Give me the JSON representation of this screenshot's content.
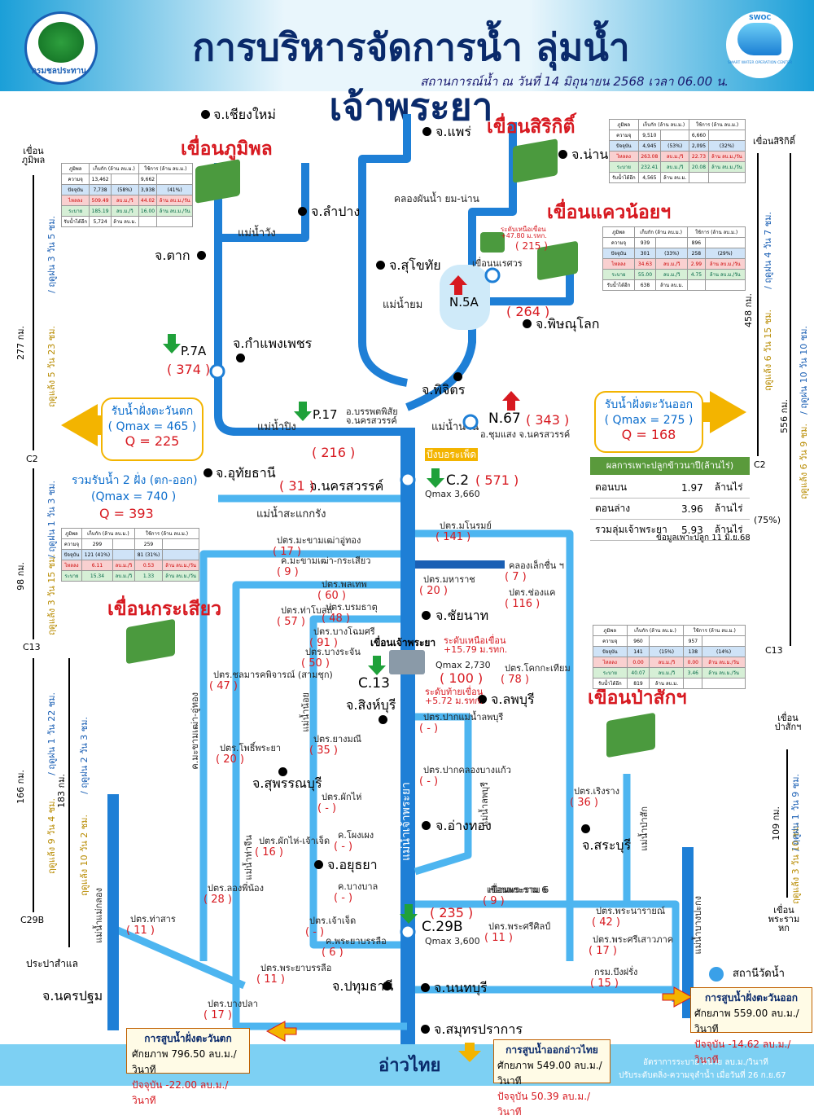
{
  "header": {
    "title": "การบริหารจัดการน้ำ ลุ่มน้ำเจ้าพระยา",
    "subtitle": "สถานการณ์น้ำ ณ วันที่ 14 มิถุนายน 2568 เวลา 06.00 น.",
    "left_logo_text": "กรมชลประทาน",
    "right_logo_text": "SWOC",
    "right_logo_caption": "SMART WATER OPERATION CENTER"
  },
  "colors": {
    "river": "#1e7fd6",
    "river_light": "#4db5f0",
    "dam": "#d71920",
    "flow": "#d71920",
    "arrow": "#f3b400",
    "header": "#1b9fd8"
  },
  "provinces": {
    "chiangmai": "จ.เชียงใหม่",
    "phrae": "จ.แพร่",
    "nan": "จ.น่าน",
    "lampang": "จ.ลำปาง",
    "tak": "จ.ตาก",
    "sukhothai": "จ.สุโขทัย",
    "phitsanulok": "จ.พิษณุโลก",
    "kamphaeng": "จ.กำแพงเพชร",
    "phichit": "จ.พิจิตร",
    "uthai": "จ.อุทัยธานี",
    "nakhonsawan": "จ.นครสวรรค์",
    "chainat": "จ.ชัยนาท",
    "singburi": "จ.สิงห์บุรี",
    "lopburi": "จ.ลพบุรี",
    "suphan": "จ.สุพรรณบุรี",
    "angthong": "จ.อ่างทอง",
    "ayutthaya": "จ.อยุธยา",
    "saraburi": "จ.สระบุรี",
    "pathum": "จ.ปทุมธานี",
    "nonthaburi": "จ.นนทบุรี",
    "nakhonpathom": "จ.นครปฐม",
    "samutprakan": "จ.สมุทรปราการ"
  },
  "dams": {
    "bhumibol": "เขื่อนภูมิพล",
    "sirikit": "เขื่อนสิริกิติ์",
    "khwae": "เขื่อนแควน้อยฯ",
    "krasiao": "เขื่อนกระเสียว",
    "pasak": "เขื่อนป่าสักฯ",
    "chaophraya": "เขื่อนเจ้าพระยา",
    "naresuan": "เขื่อนนเรศวร",
    "pramraam": "เขื่อนพระราม 6"
  },
  "rivers": {
    "wang": "แม่น้ำวัง",
    "ping": "แม่น้ำปิง",
    "nan_r": "แม่น้ำน่าน",
    "yom": "แม่น้ำยม",
    "sakaekrang": "แม่น้ำสะแกกรัง",
    "chaophraya_r": "แม่น้ำเจ้าพระยา",
    "tachin": "แม่น้ำท่าจีน",
    "maeklong": "แม่น้ำแม่กลอง",
    "pasak_r": "แม่น้ำป่าสัก",
    "noi": "แม่น้ำน้อย",
    "lopburi_r": "แม่น้ำลพบุรี",
    "bangpakong": "แม่น้ำบางปะกง",
    "yomnan_canal": "คลองผันน้ำ ยม-น่าน",
    "thaichin_canal": "ค.มะขามเฒ่า-อู่ทอง"
  },
  "stations": {
    "p7a": {
      "code": "P.7A",
      "flow": "( 374 )"
    },
    "p17": {
      "code": "P.17",
      "flow": "( 216 )",
      "loc": "อ.บรรพตพิสัย จ.นครสวรรค์"
    },
    "n67": {
      "code": "N.67",
      "flow": "( 343 )",
      "loc": "อ.ชุมแสง จ.นครสวรรค์"
    },
    "n5a": {
      "code": "N.5A",
      "flow": "( 264 )"
    },
    "c2": {
      "code": "C.2",
      "flow": "( 571 )",
      "qmax": "Qmax 3,660"
    },
    "c13": {
      "code": "C.13",
      "flow": "( 100 )",
      "qmax": "Qmax 2,730"
    },
    "c29b": {
      "code": "C.29B",
      "flow": "( 235 )",
      "qmax": "Qmax 3,600"
    },
    "naresuan_flow": "( 215 )",
    "naresuan_level": "ระดับเหนือเขื่อน +47.80 ม.รทก.",
    "cp_up": "ระดับเหนือเขื่อน +15.79 ม.รทก.",
    "cp_down": "ระดับท้ายเขื่อน +5.72 ม.รทก.",
    "sakaekrang_flow": "( 31 )",
    "bueng": "บึงบอระเพ็ด"
  },
  "regulators": [
    {
      "name": "ปตร.มะขามเฒ่าอู่ทอง",
      "flow": "( 17 )"
    },
    {
      "name": "ค.มะขามเฒ่า-กระเสียว",
      "flow": "( 9 )"
    },
    {
      "name": "ปตร.พลเทพ",
      "flow": "( 60 )"
    },
    {
      "name": "ปตร.ท่าโบสถ์",
      "flow": "( 57 )"
    },
    {
      "name": "ปตร.บรมธาตุ",
      "flow": "( 48 )"
    },
    {
      "name": "ปตร.มโนรมย์",
      "flow": "( 141 )"
    },
    {
      "name": "คลองเล็กชื่น ฯ",
      "flow": "( 7 )"
    },
    {
      "name": "ปตร.มหาราช",
      "flow": "( 20 )"
    },
    {
      "name": "ปตร.ช่องแค",
      "flow": "( 116 )"
    },
    {
      "name": "ปตร.โคกกะเทียม",
      "flow": "( 78 )"
    },
    {
      "name": "ปตร.บางระจัน",
      "flow": "( 50 )"
    },
    {
      "name": "ปตร.ยางมณี",
      "flow": "( 35 )"
    },
    {
      "name": "ปตร.โพธิ์พระยา",
      "flow": "( 20 )"
    },
    {
      "name": "ปตร.ผักไห่",
      "flow": "( - )"
    },
    {
      "name": "ปตร.ผักไห่-เจ้าเจ็ด",
      "flow": "( 16 )"
    },
    {
      "name": "ค.โผงเผง",
      "flow": "( - )"
    },
    {
      "name": "ค.บางบาล",
      "flow": "( - )"
    },
    {
      "name": "ปตร.เจ้าเจ็ด",
      "flow": "( - )"
    },
    {
      "name": "ปตร.ลองพี่น้อง",
      "flow": "( 28 )"
    },
    {
      "name": "ปตร.ท่าสาร",
      "flow": "( 11 )"
    },
    {
      "name": "ค.พระยาบรรลือ",
      "flow": "( 6 )"
    },
    {
      "name": "ปตร.พระยาบรรลือ",
      "flow": "( 11 )"
    },
    {
      "name": "ปตร.บางปลา",
      "flow": "( 17 )"
    },
    {
      "name": "เขื่อนพระราม 6",
      "flow": "( 9 )"
    },
    {
      "name": "ปตร.พระนารายณ์",
      "flow": "( 42 )"
    },
    {
      "name": "ปตร.พระศรีศิลป์",
      "flow": "( 11 )"
    },
    {
      "name": "ปตร.พระศรีเสาวภาค",
      "flow": "( 17 )"
    },
    {
      "name": "ปตร.เริงราง",
      "flow": "( 36 )"
    },
    {
      "name": "ปตร.ปากแม่น้ำลพบุรี",
      "flow": "( - )"
    },
    {
      "name": "ปตร.ปากคลองบางแก้ว",
      "flow": "( - )"
    },
    {
      "name": "ปตร.ชลมารคพิจารณ์ (สามชุก)",
      "flow": "( 47 )"
    },
    {
      "name": "ปตร.บางโฉมศรี",
      "flow": "( 91 )"
    },
    {
      "name": "กรม.บึงฝรั่ง",
      "flow": "( 15 )"
    }
  ],
  "boxes": {
    "west": {
      "title": "รับน้ำฝั่งตะวันตก",
      "qmax": "( Qmax = 465 )",
      "q": "Q = 225"
    },
    "east": {
      "title": "รับน้ำฝั่งตะวันออก",
      "qmax": "( Qmax = 275 )",
      "q": "Q = 168"
    },
    "both": {
      "title": "รวมรับน้ำ 2 ฝั่ง (ตก-ออก)",
      "qmax": "(Qmax = 740 )",
      "q": "Q = 393"
    }
  },
  "crop": {
    "title": "ผลการเพาะปลูกข้าวนาปี(ล้านไร่)",
    "rows": [
      [
        "ตอนบน",
        "1.97",
        "ล้านไร่"
      ],
      [
        "ตอนล่าง",
        "3.96",
        "ล้านไร่"
      ],
      [
        "รวมลุ่มเจ้าพระยา",
        "5.93",
        "ล้านไร่"
      ]
    ],
    "pct": "(75%)",
    "note": "ข้อมูลเพาะปลูก 11 มิ.ย.68"
  },
  "panels": {
    "west": {
      "title": "การสูบน้ำฝั่งตะวันตก",
      "cap_label": "ศักยภาพ",
      "cap": "796.50",
      "cur_label": "ปัจจุบัน",
      "cur": "-22.00",
      "unit": "ลบ.ม./วินาที"
    },
    "gulf": {
      "title": "การสูบน้ำออกอ่าวไทย",
      "cap_label": "ศักยภาพ",
      "cap": "549.00",
      "cur_label": "ปัจจุบัน",
      "cur": "50.39",
      "unit": "ลบ.ม./วินาที"
    },
    "east": {
      "title": "การสูบน้ำฝั่งตะวันออก",
      "cap_label": "ศักยภาพ",
      "cap": "559.00",
      "cur_label": "ปัจจุบัน",
      "cur": "-14.62",
      "unit": "ลบ.ม./วินาที"
    }
  },
  "gulf": "อ่าวไทย",
  "legend": "สถานีวัดน้ำ",
  "footnote": [
    "อัตราการระบาย หน่วย ลบ.ม./วินาที",
    "ปรับระดับตลิ่ง-ความจุลำน้ำ เมื่อวันที่ 26 ก.ย.67"
  ],
  "side_left": {
    "top": "เขื่อน ภูมิพล",
    "km1": "277 กม.",
    "t1a": "ฤดูแล้ง 5 วัน 23 ชม.",
    "t1b": "/ ฤดูฝน 3 วัน 5 ชม.",
    "c2": "C2",
    "km2": "98 กม.",
    "t2a": "ฤดูแล้ง 3 วัน 15 ชม.",
    "t2b": "/ ฤดูฝน 1 วัน 3 ชม.",
    "c13": "C13",
    "km3": "166 กม.",
    "km4": "183 กม.",
    "t3a": "ฤดูแล้ง 9 วัน 4 ชม.",
    "t3b": "/ ฤดูฝน 1 วัน 22 ชม.",
    "t4a": "ฤดูแล้ง 10 วัน 2 ชม.",
    "t4b": "/ ฤดูฝน 2 วัน 3 ชม.",
    "c29b": "C29B",
    "bottom": "ประปาสำแล"
  },
  "side_right": {
    "top": "เขื่อนสิริกิติ์",
    "km1": "458 กม.",
    "km2": "556 กม.",
    "t1a": "ฤดูแล้ง 6 วัน 15 ชม.",
    "t1b": "/ ฤดูฝน 4 วัน 7 ชม.",
    "t2a": "ฤดูแล้ง 6 วัน 9 ชม.",
    "t2b": "/ ฤดูฝน 10 วัน 10 ชม.",
    "c2": "C2",
    "c13": "C13",
    "pasak_top": "เขื่อน ป่าสักฯ",
    "km3": "109 กม.",
    "t3a": "ฤดูแล้ง 3 วัน 10 ชม.",
    "t3b": "/ ฤดูฝน 1 วัน 9 ชม.",
    "pasak_bottom": "เขื่อน พระรามหก"
  },
  "dam_tables": {
    "header": [
      "ภูมิพล",
      "เก็บกัก (ล้าน ลบ.ม.)",
      "ใช้การ (ล้าน ลบ.ม.)"
    ],
    "bhumibol": [
      [
        "ความจุ",
        "13,462",
        "",
        "9,662",
        ""
      ],
      [
        "ปัจจุบัน",
        "7,738",
        "(58%)",
        "3,938",
        "(41%)"
      ],
      [
        "ไหลลง",
        "509.49",
        "ลบ.ม./วิ",
        "44.02",
        "ล้าน ลบ.ม./วัน"
      ],
      [
        "ระบาย",
        "185.19",
        "ลบ.ม./วิ",
        "16.00",
        "ล้าน ลบ.ม./วัน"
      ],
      [
        "รับน้ำได้อีก",
        "5,724",
        "ล้าน ลบ.ม.",
        "",
        ""
      ]
    ],
    "sirikit": [
      [
        "ความจุ",
        "9,510",
        "",
        "6,660",
        ""
      ],
      [
        "ปัจจุบัน",
        "4,945",
        "(53%)",
        "2,095",
        "(32%)"
      ],
      [
        "ไหลลง",
        "263.08",
        "ลบ.ม./วิ",
        "22.73",
        "ล้าน ลบ.ม./วัน"
      ],
      [
        "ระบาย",
        "232.41",
        "ลบ.ม./วิ",
        "20.08",
        "ล้าน ลบ.ม./วัน"
      ],
      [
        "รับน้ำได้อีก",
        "4,565",
        "ล้าน ลบ.ม.",
        "",
        ""
      ]
    ],
    "khwae": [
      [
        "ความจุ",
        "939",
        "",
        "896",
        ""
      ],
      [
        "ปัจจุบัน",
        "301",
        "(33%)",
        "258",
        "(29%)"
      ],
      [
        "ไหลลง",
        "34.63",
        "ลบ.ม./วิ",
        "2.99",
        "ล้าน ลบ.ม./วัน"
      ],
      [
        "ระบาย",
        "55.00",
        "ลบ.ม./วิ",
        "4.75",
        "ล้าน ลบ.ม./วัน"
      ],
      [
        "รับน้ำได้อีก",
        "638",
        "ล้าน ลบ.ม.",
        "",
        ""
      ]
    ],
    "krasiao": [
      [
        "ความจุ",
        "299",
        "",
        "259",
        ""
      ],
      [
        "ปัจจุบัน",
        "121 (41%)",
        "",
        "81 (31%)",
        ""
      ],
      [
        "ไหลลง",
        "6.11",
        "ลบ.ม./วิ",
        "0.53",
        "ล้าน ลบ.ม./วัน"
      ],
      [
        "ระบาย",
        "15.34",
        "ลบ.ม./วิ",
        "1.33",
        "ล้าน ลบ.ม./วัน"
      ]
    ],
    "pasak": [
      [
        "ความจุ",
        "960",
        "",
        "957",
        ""
      ],
      [
        "ปัจจุบัน",
        "141",
        "(15%)",
        "138",
        "(14%)"
      ],
      [
        "ไหลลง",
        "0.00",
        "ลบ.ม./วิ",
        "0.00",
        "ล้าน ลบ.ม./วัน"
      ],
      [
        "ระบาย",
        "40.07",
        "ลบ.ม./วิ",
        "3.46",
        "ล้าน ลบ.ม./วัน"
      ],
      [
        "รับน้ำได้อีก",
        "819",
        "ล้าน ลบ.ม.",
        "",
        ""
      ]
    ]
  }
}
